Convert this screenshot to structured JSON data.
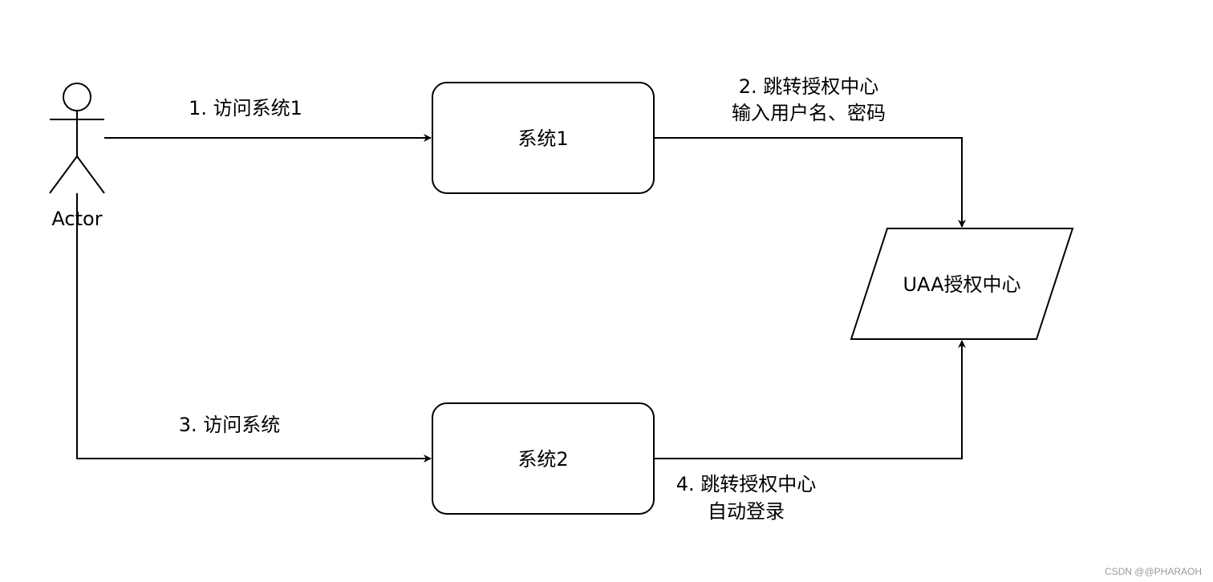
{
  "actor": {
    "label": "Actor"
  },
  "nodes": {
    "system1": {
      "label": "系统1"
    },
    "system2": {
      "label": "系统2"
    },
    "auth_center": {
      "label": "UAA授权中心"
    }
  },
  "edges": {
    "step1": {
      "label": "1. 访问系统1"
    },
    "step2": {
      "line1": "2. 跳转授权中心",
      "line2": "输入用户名、密码"
    },
    "step3": {
      "label": "3. 访问系统"
    },
    "step4": {
      "line1": "4. 跳转授权中心",
      "line2": "自动登录"
    }
  },
  "watermark": "CSDN @@PHARAOH",
  "colors": {
    "stroke": "#000000",
    "background": "#ffffff"
  }
}
